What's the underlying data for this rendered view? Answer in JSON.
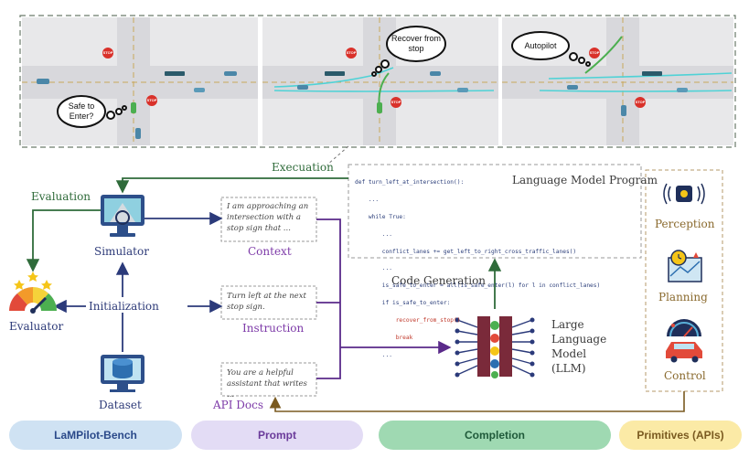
{
  "scene": {
    "bubbles": [
      "Safe to Enter?",
      "Recover from stop",
      "Autopilot"
    ],
    "sign_text": "STOP"
  },
  "labels": {
    "execuation": "Execuation",
    "evaluation": "Evaluation",
    "simulator": "Simulator",
    "evaluator": "Evaluator",
    "initialization": "Initialization",
    "dataset": "Dataset",
    "context": "Context",
    "instruction": "Instruction",
    "api_docs": "API Docs",
    "program_title": "Language Model Program",
    "code_generation": "Code Generation",
    "llm": [
      "Large",
      "Language",
      "Model",
      "(LLM)"
    ],
    "perception": "Perception",
    "planning": "Planning",
    "control": "Control"
  },
  "prompt_texts": {
    "context": "I am approaching an intersection with a stop sign that ...",
    "instruction": "Turn left at the next stop sign.",
    "api_docs": "You are a helpful assistant that writes ..."
  },
  "code_lines": [
    "def turn_left_at_intersection():",
    "    ...",
    "    while True:",
    "        ...",
    "        conflict_lanes += get_left_to_right_cross_traffic_lanes()",
    "        ...",
    "        is_safe_to_enter = all(is_safe_enter(l) for l in conflict_lanes)",
    "        if is_safe_to_enter:",
    "            recover_from_stop()",
    "            break",
    "        ..."
  ],
  "footer": [
    "LaMPilot-Bench",
    "Prompt",
    "Completion",
    "Primitives (APIs)"
  ],
  "colors": {
    "blue_arrow": "#2b3a7a",
    "purple_arrow": "#5a2a8a",
    "green_arrow": "#2f6b3a",
    "brown_arrow": "#7a5a20",
    "pill_blue": "#cfe2f3",
    "pill_purple": "#e3dcf5",
    "pill_green": "#9fd9b2",
    "pill_yellow": "#fbeaa6"
  }
}
